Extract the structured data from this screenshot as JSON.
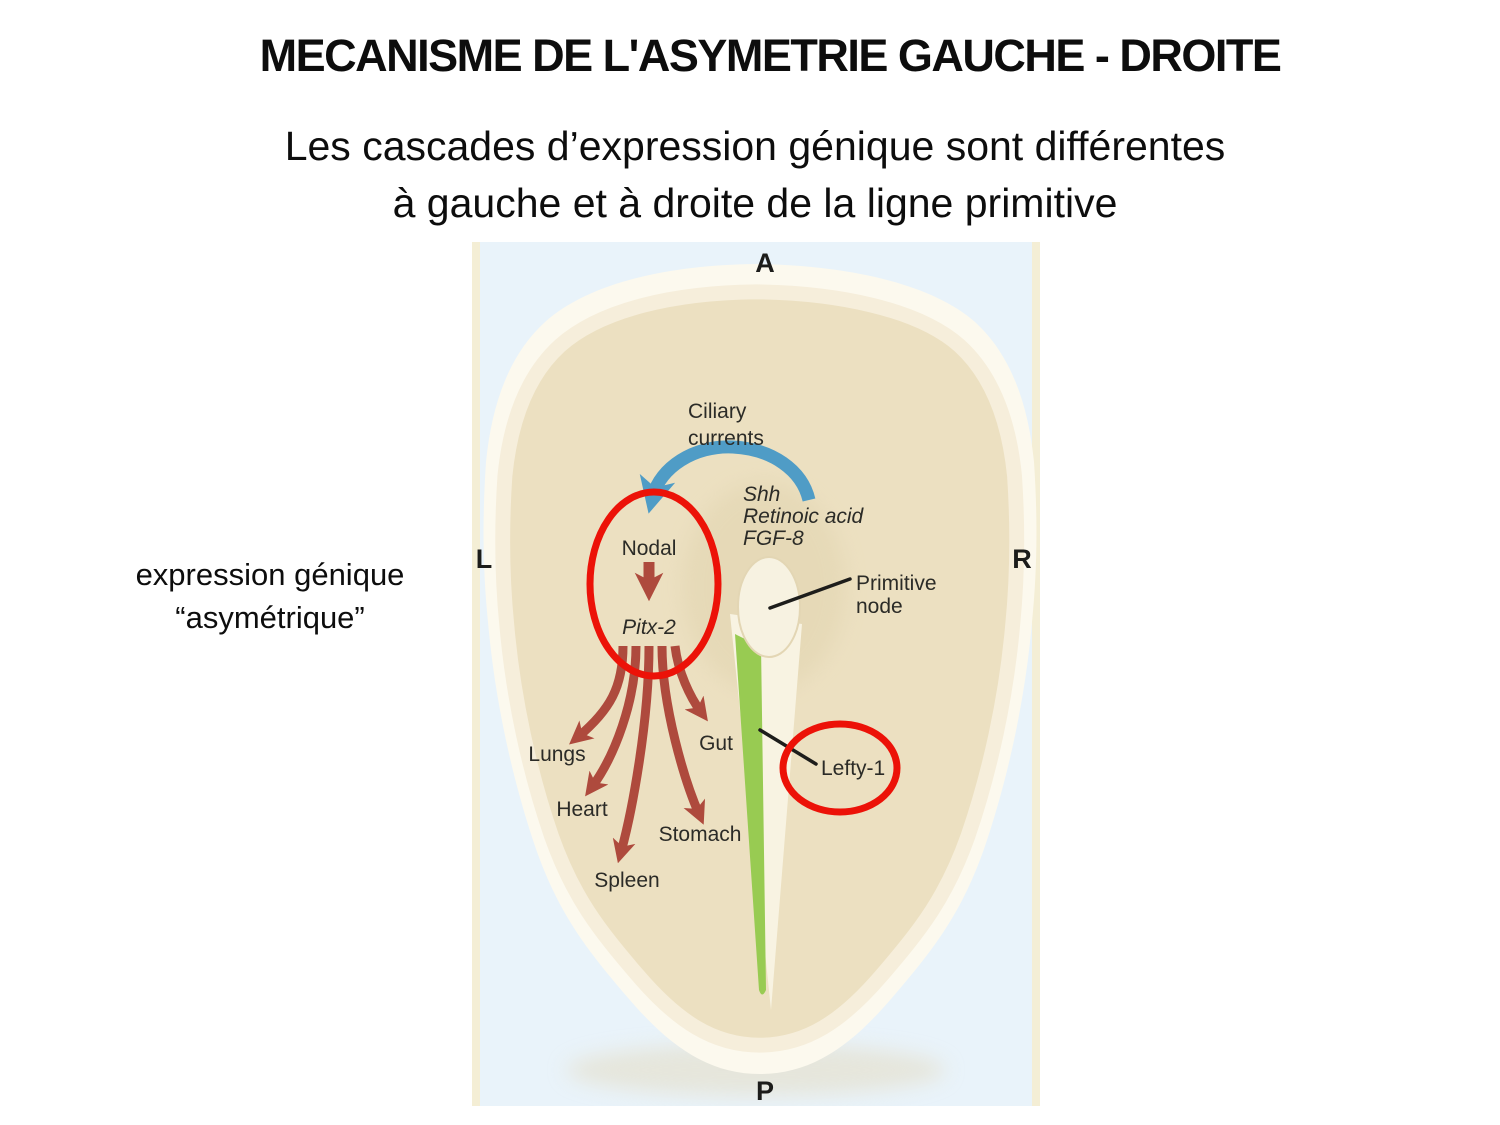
{
  "slide": {
    "title": "MECANISME DE L'ASYMETRIE GAUCHE - DROITE",
    "subtitle_line1": "Les cascades d’expression génique sont différentes",
    "subtitle_line2": "à gauche et à droite de la ligne primitive",
    "side_note_line1": "expression génique",
    "side_note_line2": "“asymétrique”"
  },
  "figure": {
    "orientation": {
      "anterior": "A",
      "posterior": "P",
      "left": "L",
      "right": "R"
    },
    "ciliary_currents": {
      "line1": "Ciliary",
      "line2": "currents"
    },
    "node_signals": {
      "line1": "Shh",
      "line2": "Retinoic acid",
      "line3": "FGF-8"
    },
    "genes": {
      "nodal": "Nodal",
      "pitx2": "Pitx-2",
      "lefty1": "Lefty-1"
    },
    "primitive_node": {
      "line1": "Primitive",
      "line2": "node"
    },
    "organs": {
      "lungs": "Lungs",
      "heart": "Heart",
      "spleen": "Spleen",
      "stomach": "Stomach",
      "gut": "Gut"
    },
    "colors": {
      "figure_background": "#e9f3fa",
      "figure_border": "#f4eed5",
      "embryo_rim": "#fcf9ee",
      "embryo_body": "#ece0c1",
      "primitive_groove": "#f8f3e2",
      "streak_green": "#98cb52",
      "arrow_red": "#ae4a3d",
      "highlight_ellipse_red": "#ec1208",
      "ciliary_blue": "#4f9cc6",
      "text_dark": "#2b2b27"
    }
  }
}
